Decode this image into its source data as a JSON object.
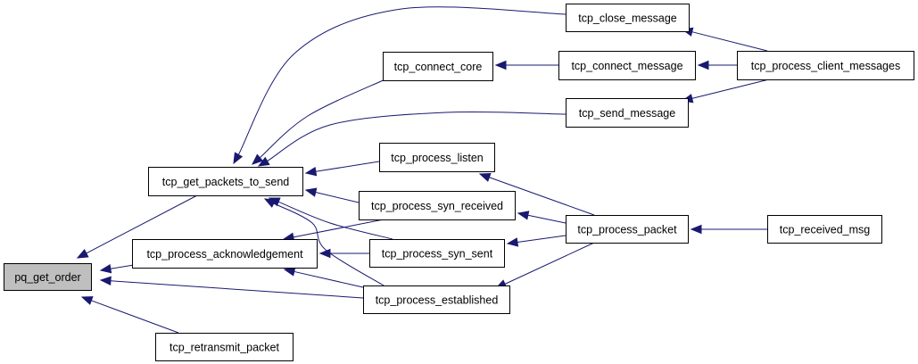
{
  "colors": {
    "edge": "#191970",
    "node_border": "#000000",
    "highlight_fill": "#bfbfbf",
    "background": "#ffffff"
  },
  "nodes": [
    {
      "id": "pq_get_order",
      "label": "pq_get_order",
      "highlight": true
    },
    {
      "id": "tcp_get_packets_to_send",
      "label": "tcp_get_packets_to_send"
    },
    {
      "id": "tcp_process_acknowledgement",
      "label": "tcp_process_acknowledgement"
    },
    {
      "id": "tcp_retransmit_packet",
      "label": "tcp_retransmit_packet"
    },
    {
      "id": "tcp_close_message",
      "label": "tcp_close_message"
    },
    {
      "id": "tcp_connect_core",
      "label": "tcp_connect_core"
    },
    {
      "id": "tcp_connect_message",
      "label": "tcp_connect_message"
    },
    {
      "id": "tcp_process_client_messages",
      "label": "tcp_process_client_messages"
    },
    {
      "id": "tcp_send_message",
      "label": "tcp_send_message"
    },
    {
      "id": "tcp_process_listen",
      "label": "tcp_process_listen"
    },
    {
      "id": "tcp_process_syn_received",
      "label": "tcp_process_syn_received"
    },
    {
      "id": "tcp_process_syn_sent",
      "label": "tcp_process_syn_sent"
    },
    {
      "id": "tcp_process_established",
      "label": "tcp_process_established"
    },
    {
      "id": "tcp_process_packet",
      "label": "tcp_process_packet"
    },
    {
      "id": "tcp_received_msg",
      "label": "tcp_received_msg"
    }
  ],
  "edges": [
    {
      "from": "tcp_get_packets_to_send",
      "to": "pq_get_order"
    },
    {
      "from": "tcp_process_acknowledgement",
      "to": "pq_get_order"
    },
    {
      "from": "tcp_process_established",
      "to": "pq_get_order"
    },
    {
      "from": "tcp_retransmit_packet",
      "to": "pq_get_order"
    },
    {
      "from": "tcp_close_message",
      "to": "tcp_get_packets_to_send"
    },
    {
      "from": "tcp_connect_core",
      "to": "tcp_get_packets_to_send"
    },
    {
      "from": "tcp_send_message",
      "to": "tcp_get_packets_to_send"
    },
    {
      "from": "tcp_process_listen",
      "to": "tcp_get_packets_to_send"
    },
    {
      "from": "tcp_process_syn_received",
      "to": "tcp_get_packets_to_send"
    },
    {
      "from": "tcp_process_syn_sent",
      "to": "tcp_get_packets_to_send"
    },
    {
      "from": "tcp_process_established",
      "to": "tcp_get_packets_to_send"
    },
    {
      "from": "tcp_process_syn_received",
      "to": "tcp_process_acknowledgement"
    },
    {
      "from": "tcp_process_syn_sent",
      "to": "tcp_process_acknowledgement"
    },
    {
      "from": "tcp_process_established",
      "to": "tcp_process_acknowledgement"
    },
    {
      "from": "tcp_process_client_messages",
      "to": "tcp_close_message"
    },
    {
      "from": "tcp_connect_message",
      "to": "tcp_connect_core"
    },
    {
      "from": "tcp_process_client_messages",
      "to": "tcp_connect_message"
    },
    {
      "from": "tcp_process_client_messages",
      "to": "tcp_send_message"
    },
    {
      "from": "tcp_process_packet",
      "to": "tcp_process_listen"
    },
    {
      "from": "tcp_process_packet",
      "to": "tcp_process_syn_received"
    },
    {
      "from": "tcp_process_packet",
      "to": "tcp_process_syn_sent"
    },
    {
      "from": "tcp_process_packet",
      "to": "tcp_process_established"
    },
    {
      "from": "tcp_received_msg",
      "to": "tcp_process_packet"
    }
  ]
}
